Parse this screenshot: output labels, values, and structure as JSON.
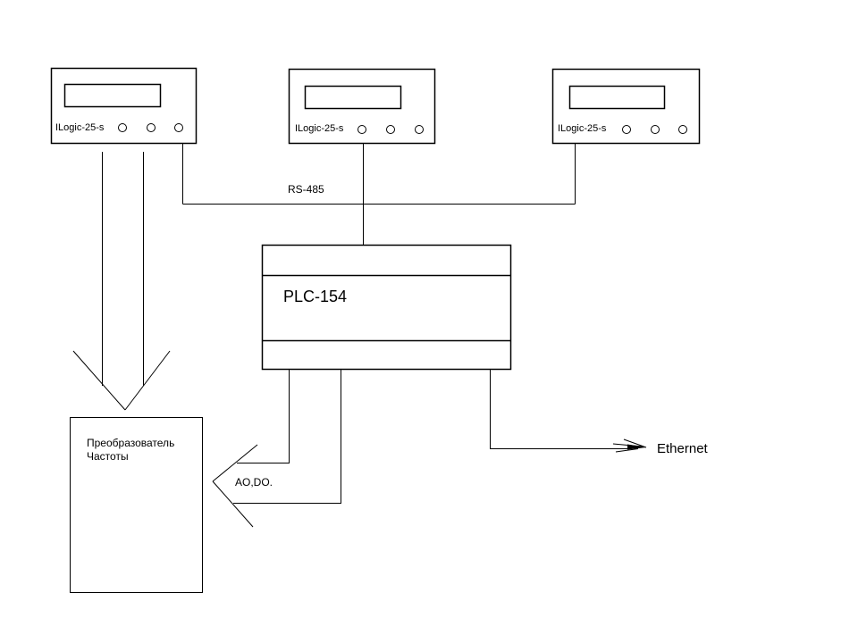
{
  "diagram": {
    "background": "#ffffff",
    "line_color": "#000000",
    "devices": [
      {
        "label": "ILogic-25-s"
      },
      {
        "label": "ILogic-25-s"
      },
      {
        "label": "ILogic-25-s"
      }
    ],
    "plc": {
      "label": "PLC-154"
    },
    "converter": {
      "line1": "Преобразователь",
      "line2": "Частоты"
    },
    "connections": {
      "bus_label": "RS-485",
      "aodo_label": "AO,DO.",
      "ethernet_label": "Ethernet"
    }
  }
}
